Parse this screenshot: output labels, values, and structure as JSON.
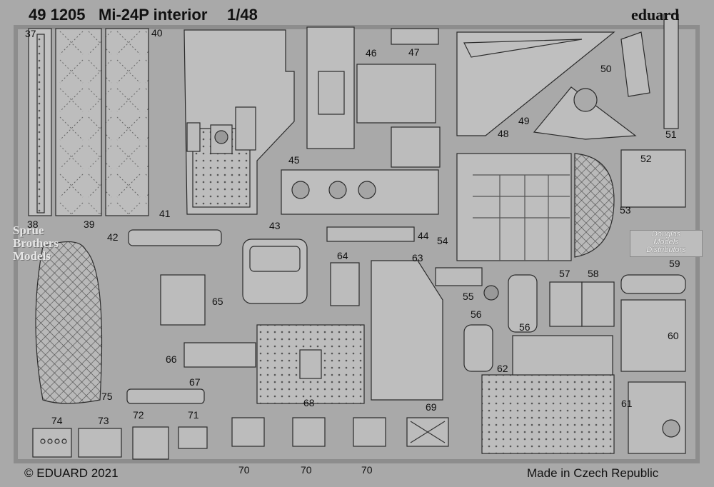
{
  "header": {
    "part_number": "49 1205",
    "title": "Mi-24P interior",
    "scale": "1/48",
    "brand": "eduard"
  },
  "footer": {
    "copyright": "© EDUARD 2021",
    "origin": "Made in Czech Republic"
  },
  "watermarks": {
    "left": [
      "Sprue",
      "Brothers",
      "Models"
    ],
    "right": [
      "Douglas",
      "Models",
      "Distributors"
    ]
  },
  "part_labels": [
    "37",
    "38",
    "39",
    "40",
    "41",
    "42",
    "43",
    "44",
    "45",
    "46",
    "47",
    "48",
    "49",
    "50",
    "51",
    "52",
    "53",
    "54",
    "55",
    "56",
    "56",
    "57",
    "58",
    "59",
    "60",
    "61",
    "62",
    "63",
    "64",
    "65",
    "66",
    "67",
    "68",
    "69",
    "70",
    "70",
    "70",
    "71",
    "72",
    "73",
    "74",
    "75"
  ],
  "colors": {
    "sheet": "#a9a9a9",
    "fret": "#bcbcbc",
    "outline": "#2b2b2b"
  }
}
